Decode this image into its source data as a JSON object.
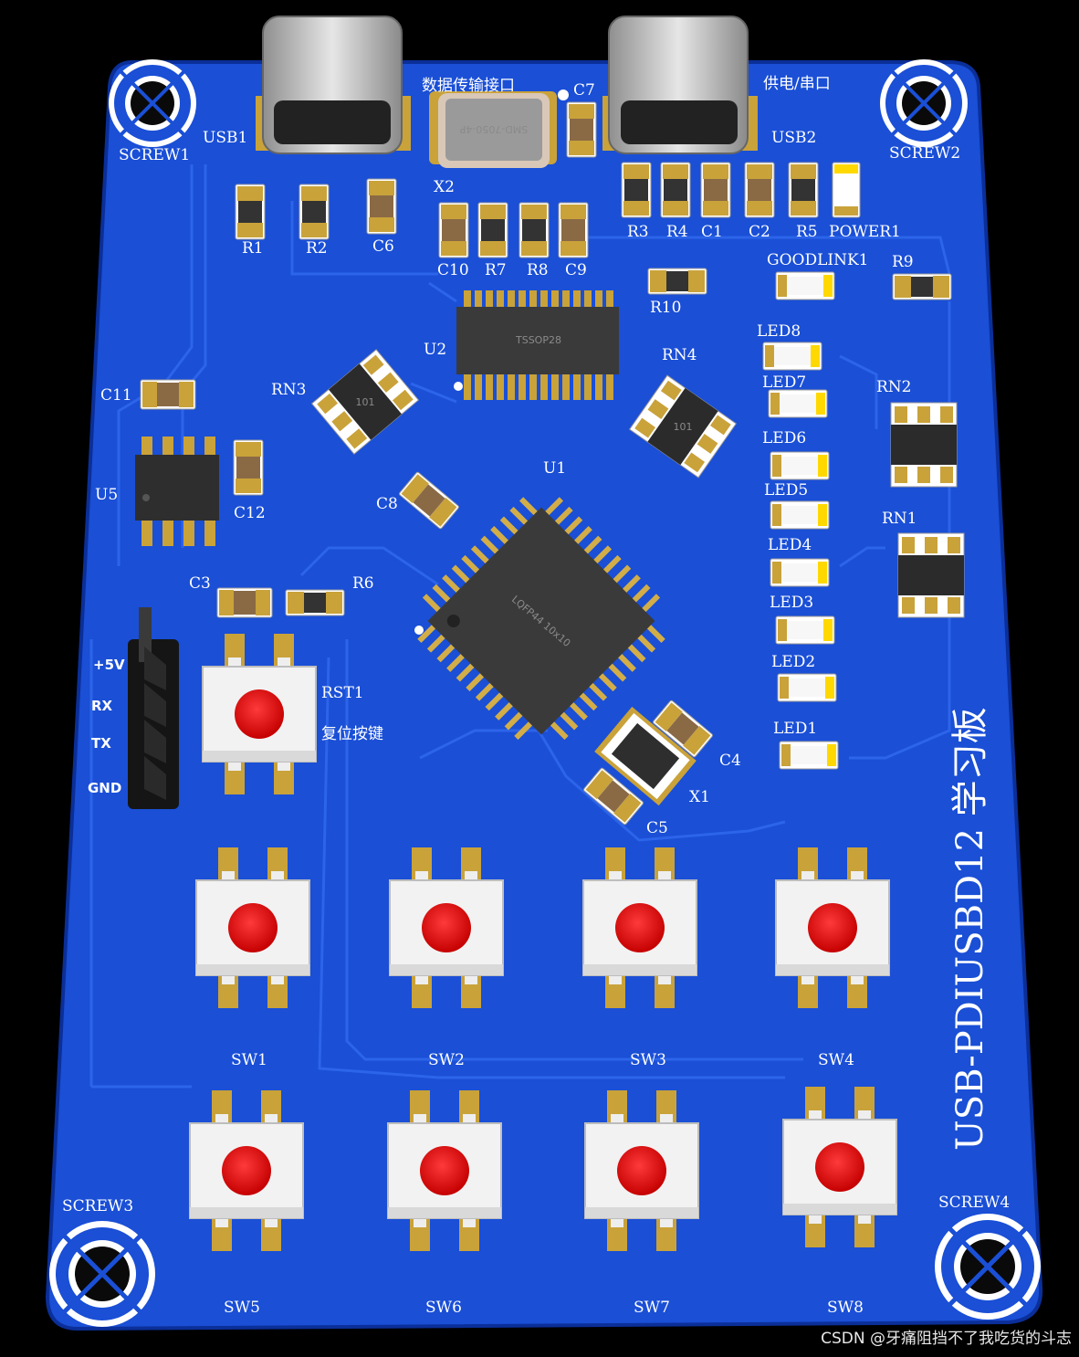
{
  "usb1": {
    "label": "USB1",
    "caption": "数据传输接口"
  },
  "usb2": {
    "label": "USB2",
    "caption": "供电/串口"
  },
  "crystal_x2": {
    "label": "X2",
    "marking": "SMD-7050-4P"
  },
  "crystal_x1": {
    "label": "X1"
  },
  "chip_u1": {
    "label": "U1",
    "marking": "LQFP44 10x10"
  },
  "chip_u2": {
    "label": "U2",
    "marking": "TSSOP28"
  },
  "chip_u5": {
    "label": "U5"
  },
  "screws": {
    "s1": "SCREW1",
    "s2": "SCREW2",
    "s3": "SCREW3",
    "s4": "SCREW4"
  },
  "resistors": {
    "r1": "R1",
    "r2": "R2",
    "r3": "R3",
    "r4": "R4",
    "r5": "R5",
    "r6": "R6",
    "r7": "R7",
    "r8": "R8",
    "r9": "R9",
    "r10": "R10"
  },
  "caps": {
    "c1": "C1",
    "c2": "C2",
    "c3": "C3",
    "c4": "C4",
    "c5": "C5",
    "c6": "C6",
    "c7": "C7",
    "c8": "C8",
    "c9": "C9",
    "c10": "C10",
    "c11": "C11",
    "c12": "C12"
  },
  "arrays": {
    "rn1": "RN1",
    "rn2": "RN2",
    "rn3": "RN3",
    "rn4": "RN4",
    "marking": "101"
  },
  "leds": {
    "power": "POWER1",
    "goodlink": "GOODLINK1",
    "led1": "LED1",
    "led2": "LED2",
    "led3": "LED3",
    "led4": "LED4",
    "led5": "LED5",
    "led6": "LED6",
    "led7": "LED7",
    "led8": "LED8"
  },
  "header": {
    "p5v": "+5V",
    "rx": "RX",
    "tx": "TX",
    "gnd": "GND"
  },
  "reset": {
    "label": "RST1",
    "caption": "复位按键"
  },
  "switches": {
    "sw1": "SW1",
    "sw2": "SW2",
    "sw3": "SW3",
    "sw4": "SW4",
    "sw5": "SW5",
    "sw6": "SW6",
    "sw7": "SW7",
    "sw8": "SW8"
  },
  "board_title": "USB-PDIUSBD12 学习板",
  "watermark": "CSDN @牙痛阻挡不了我吃货的斗志",
  "colors": {
    "board": "#1a4fd6",
    "copper": "#c9a23a",
    "button": "#e60000",
    "led_lit": "#ffd800"
  }
}
